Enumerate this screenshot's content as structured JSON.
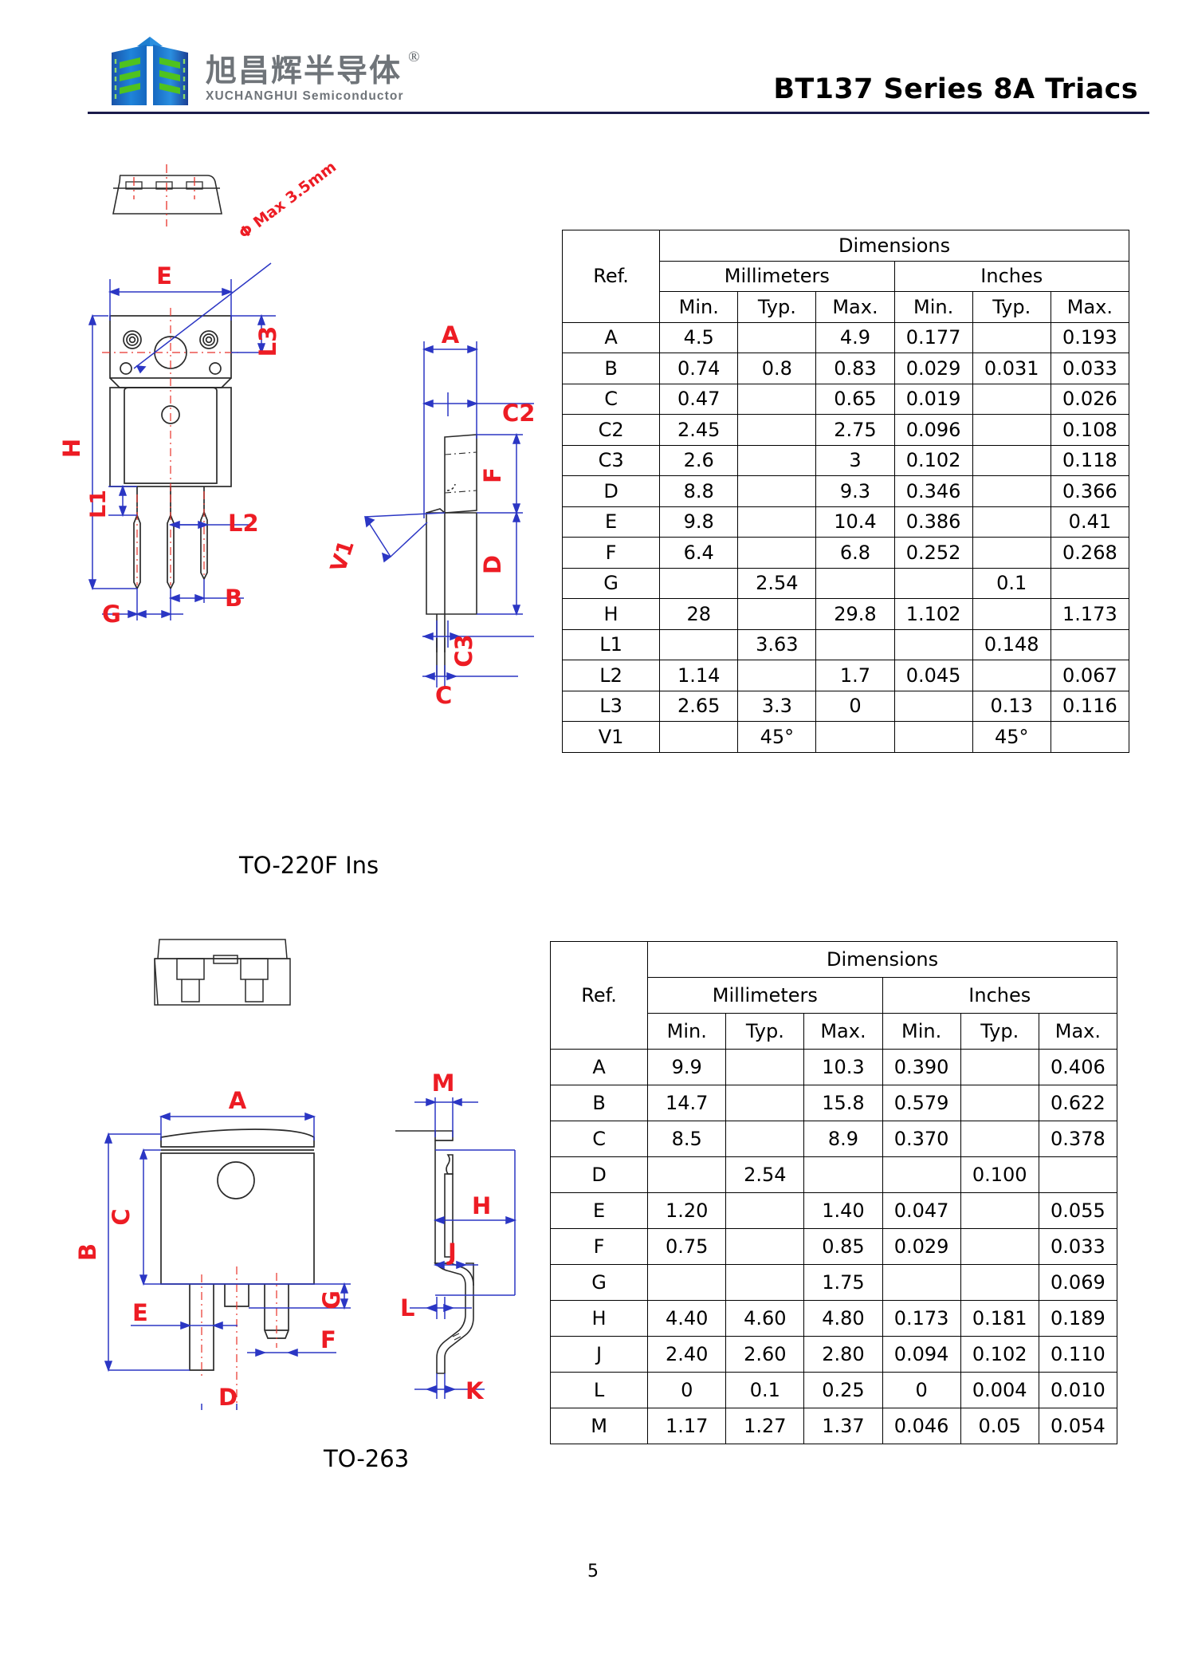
{
  "header": {
    "logo": {
      "icon": "xuchanghui-logo-icon",
      "chinese_name": "旭昌辉半导体",
      "english_name": "XUCHANGHUI Semiconductor",
      "registered_mark": "®",
      "colors": {
        "blue": "#1b76d1",
        "green": "#4fc21f",
        "dark_blue": "#1a4fa0",
        "text_gray": "#6f7479"
      }
    },
    "title": "BT137 Series 8A Triacs",
    "rule_color": "#1b1b4b"
  },
  "packages": [
    {
      "id": "to-220f-ins",
      "caption": "TO-220F Ins",
      "annotations": [
        "Φ Max 3.5mm"
      ],
      "dimension_labels": [
        "E",
        "L3",
        "H",
        "L1",
        "L2",
        "G",
        "B",
        "A",
        "C2",
        "F",
        "D",
        "V1",
        "C3",
        "C"
      ],
      "table": {
        "header": {
          "ref": "Ref.",
          "dimensions": "Dimensions",
          "millimeters": "Millimeters",
          "inches": "Inches",
          "sub": [
            "Min.",
            "Typ.",
            "Max.",
            "Min.",
            "Typ.",
            "Max."
          ]
        },
        "rows": [
          {
            "ref": "A",
            "mm_min": "4.5",
            "mm_typ": "",
            "mm_max": "4.9",
            "in_min": "0.177",
            "in_typ": "",
            "in_max": "0.193"
          },
          {
            "ref": "B",
            "mm_min": "0.74",
            "mm_typ": "0.8",
            "mm_max": "0.83",
            "in_min": "0.029",
            "in_typ": "0.031",
            "in_max": "0.033"
          },
          {
            "ref": "C",
            "mm_min": "0.47",
            "mm_typ": "",
            "mm_max": "0.65",
            "in_min": "0.019",
            "in_typ": "",
            "in_max": "0.026"
          },
          {
            "ref": "C2",
            "mm_min": "2.45",
            "mm_typ": "",
            "mm_max": "2.75",
            "in_min": "0.096",
            "in_typ": "",
            "in_max": "0.108"
          },
          {
            "ref": "C3",
            "mm_min": "2.6",
            "mm_typ": "",
            "mm_max": "3",
            "in_min": "0.102",
            "in_typ": "",
            "in_max": "0.118"
          },
          {
            "ref": "D",
            "mm_min": "8.8",
            "mm_typ": "",
            "mm_max": "9.3",
            "in_min": "0.346",
            "in_typ": "",
            "in_max": "0.366"
          },
          {
            "ref": "E",
            "mm_min": "9.8",
            "mm_typ": "",
            "mm_max": "10.4",
            "in_min": "0.386",
            "in_typ": "",
            "in_max": "0.41"
          },
          {
            "ref": "F",
            "mm_min": "6.4",
            "mm_typ": "",
            "mm_max": "6.8",
            "in_min": "0.252",
            "in_typ": "",
            "in_max": "0.268"
          },
          {
            "ref": "G",
            "mm_min": "",
            "mm_typ": "2.54",
            "mm_max": "",
            "in_min": "",
            "in_typ": "0.1",
            "in_max": ""
          },
          {
            "ref": "H",
            "mm_min": "28",
            "mm_typ": "",
            "mm_max": "29.8",
            "in_min": "1.102",
            "in_typ": "",
            "in_max": "1.173"
          },
          {
            "ref": "L1",
            "mm_min": "",
            "mm_typ": "3.63",
            "mm_max": "",
            "in_min": "",
            "in_typ": "0.148",
            "in_max": ""
          },
          {
            "ref": "L2",
            "mm_min": "1.14",
            "mm_typ": "",
            "mm_max": "1.7",
            "in_min": "0.045",
            "in_typ": "",
            "in_max": "0.067"
          },
          {
            "ref": "L3",
            "mm_min": "2.65",
            "mm_typ": "3.3",
            "mm_max": "0",
            "in_min": "",
            "in_typ": "0.13",
            "in_max": "0.116"
          },
          {
            "ref": "V1",
            "mm_min": "",
            "mm_typ": "45°",
            "mm_max": "",
            "in_min": "",
            "in_typ": "45°",
            "in_max": ""
          }
        ]
      }
    },
    {
      "id": "to-263",
      "caption": "TO-263",
      "annotations": [],
      "dimension_labels": [
        "A",
        "B",
        "C",
        "D",
        "E",
        "F",
        "G",
        "M",
        "H",
        "J",
        "L",
        "K"
      ],
      "table": {
        "header": {
          "ref": "Ref.",
          "dimensions": "Dimensions",
          "millimeters": "Millimeters",
          "inches": "Inches",
          "sub": [
            "Min.",
            "Typ.",
            "Max.",
            "Min.",
            "Typ.",
            "Max."
          ]
        },
        "rows": [
          {
            "ref": "A",
            "mm_min": "9.9",
            "mm_typ": "",
            "mm_max": "10.3",
            "in_min": "0.390",
            "in_typ": "",
            "in_max": "0.406"
          },
          {
            "ref": "B",
            "mm_min": "14.7",
            "mm_typ": "",
            "mm_max": "15.8",
            "in_min": "0.579",
            "in_typ": "",
            "in_max": "0.622"
          },
          {
            "ref": "C",
            "mm_min": "8.5",
            "mm_typ": "",
            "mm_max": "8.9",
            "in_min": "0.370",
            "in_typ": "",
            "in_max": "0.378"
          },
          {
            "ref": "D",
            "mm_min": "",
            "mm_typ": "2.54",
            "mm_max": "",
            "in_min": "",
            "in_typ": "0.100",
            "in_max": ""
          },
          {
            "ref": "E",
            "mm_min": "1.20",
            "mm_typ": "",
            "mm_max": "1.40",
            "in_min": "0.047",
            "in_typ": "",
            "in_max": "0.055"
          },
          {
            "ref": "F",
            "mm_min": "0.75",
            "mm_typ": "",
            "mm_max": "0.85",
            "in_min": "0.029",
            "in_typ": "",
            "in_max": "0.033"
          },
          {
            "ref": "G",
            "mm_min": "",
            "mm_typ": "",
            "mm_max": "1.75",
            "in_min": "",
            "in_typ": "",
            "in_max": "0.069"
          },
          {
            "ref": "H",
            "mm_min": "4.40",
            "mm_typ": "4.60",
            "mm_max": "4.80",
            "in_min": "0.173",
            "in_typ": "0.181",
            "in_max": "0.189"
          },
          {
            "ref": "J",
            "mm_min": "2.40",
            "mm_typ": "2.60",
            "mm_max": "2.80",
            "in_min": "0.094",
            "in_typ": "0.102",
            "in_max": "0.110"
          },
          {
            "ref": "L",
            "mm_min": "0",
            "mm_typ": "0.1",
            "mm_max": "0.25",
            "in_min": "0",
            "in_typ": "0.004",
            "in_max": "0.010"
          },
          {
            "ref": "M",
            "mm_min": "1.17",
            "mm_typ": "1.27",
            "mm_max": "1.37",
            "in_min": "0.046",
            "in_typ": "0.05",
            "in_max": "0.054"
          }
        ]
      }
    }
  ],
  "footer": {
    "page_number": "5"
  },
  "drawing_colors": {
    "dimension_line": "#2b36c4",
    "label": "#ED1C24",
    "centerline": "#E8322A",
    "outline": "#2b2b2b"
  }
}
